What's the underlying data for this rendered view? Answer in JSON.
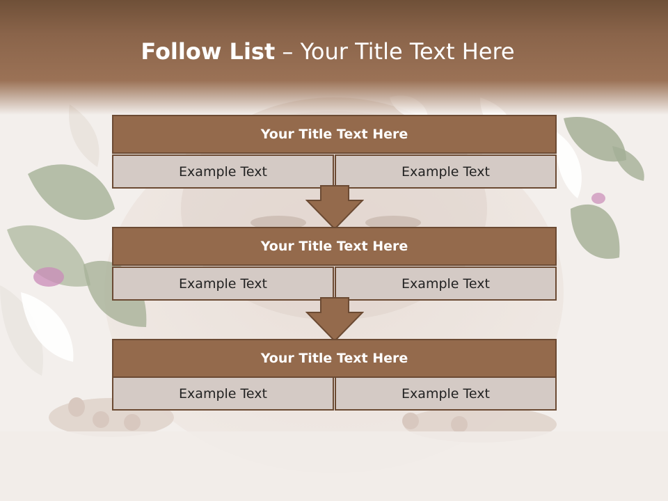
{
  "slide": {
    "title_bold": "Follow List",
    "title_rest": " – Your Title Text Here"
  },
  "steps": [
    {
      "title": "Your Title Text Here",
      "left": "Example Text",
      "right": "Example Text"
    },
    {
      "title": "Your Title Text Here",
      "left": "Example Text",
      "right": "Example Text"
    },
    {
      "title": "Your Title Text Here",
      "left": "Example Text",
      "right": "Example Text"
    }
  ],
  "colors": {
    "header": "#8a644a",
    "box_title": "#946a4c",
    "cell": "#d4cac5",
    "border": "#6b4a33",
    "arrow": "#946a4c"
  }
}
